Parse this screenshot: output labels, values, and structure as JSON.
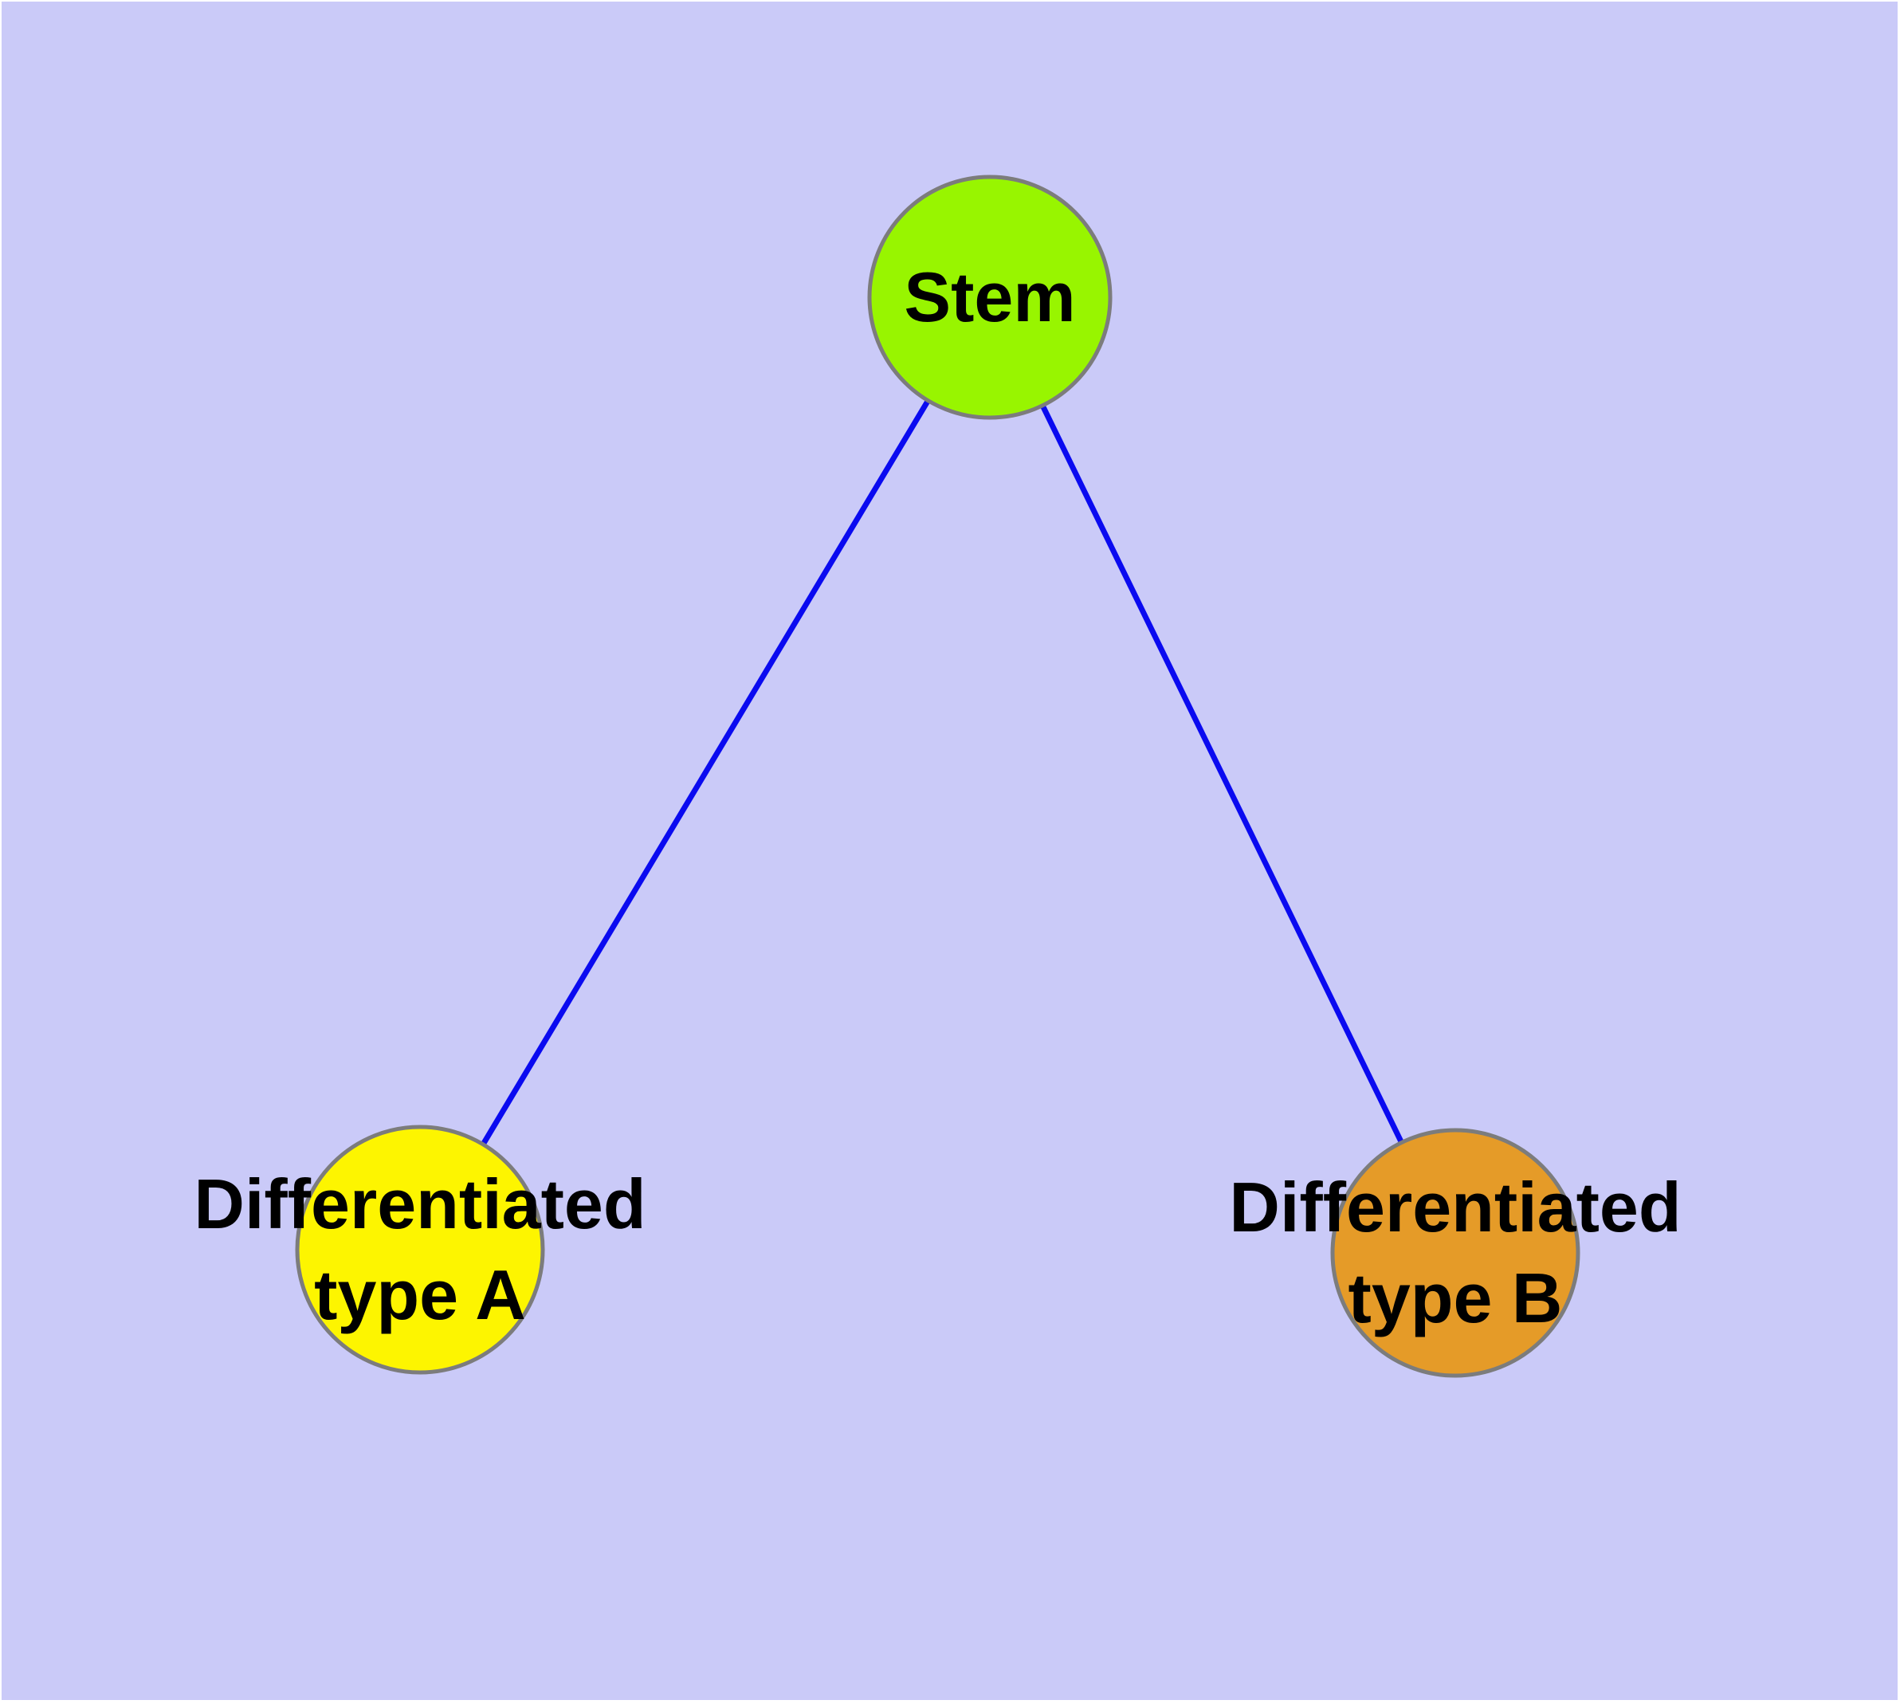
{
  "diagram": {
    "background_color": "#cacaf8",
    "border_color": "#ffffff",
    "edge_color": "#0a0af0",
    "node_stroke_color": "#7c7c7c",
    "label_color": "#000000",
    "nodes": [
      {
        "id": "stem",
        "label": "Stem",
        "color": "#98f500"
      },
      {
        "id": "typeA",
        "label": "Differentiated\ntype A",
        "color": "#fdf500"
      },
      {
        "id": "typeB",
        "label": "Differentiated\ntype B",
        "color": "#e59b28"
      }
    ],
    "edges": [
      {
        "from": "stem",
        "to": "typeA"
      },
      {
        "from": "stem",
        "to": "typeB"
      }
    ]
  }
}
